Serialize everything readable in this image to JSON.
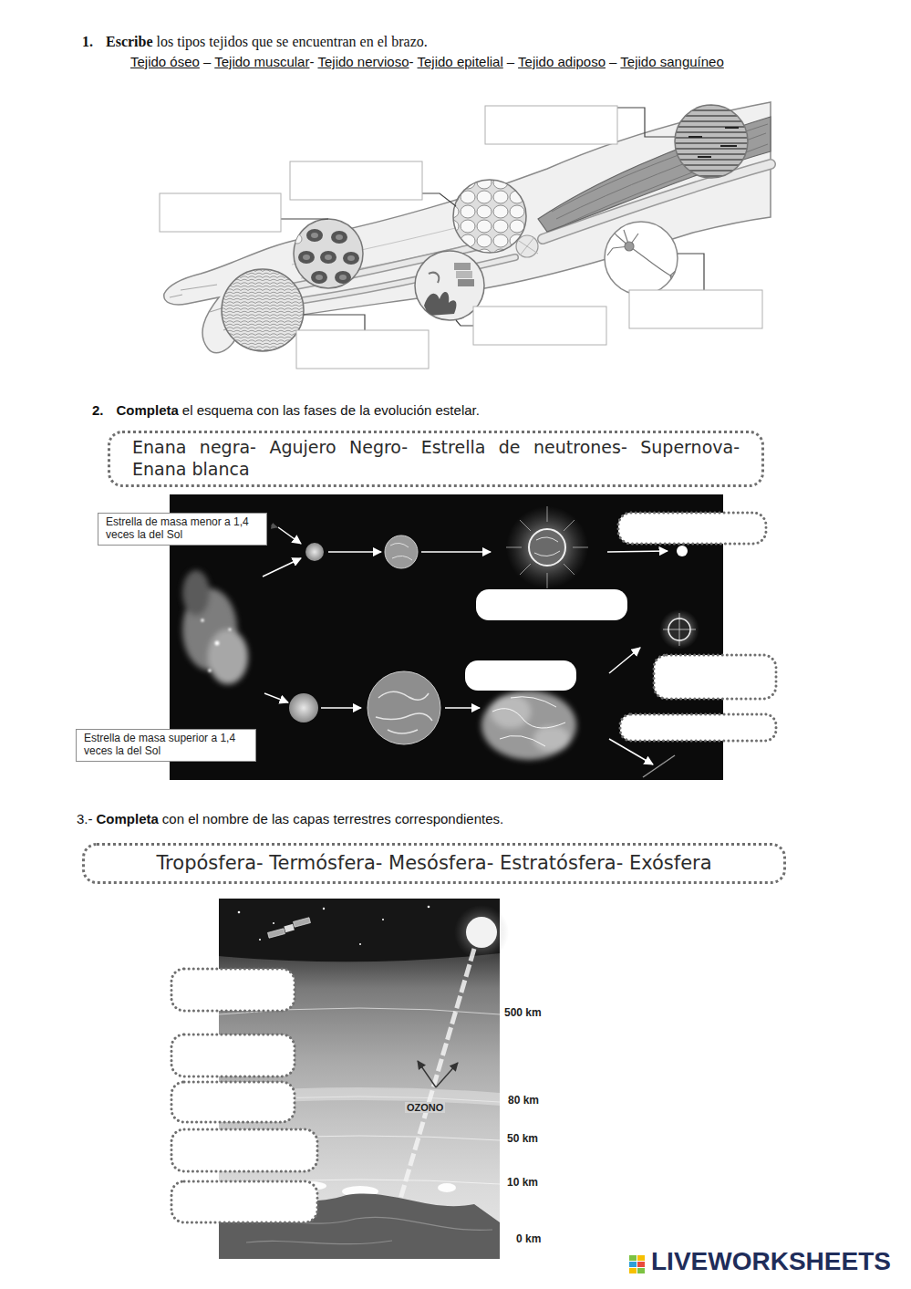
{
  "diagram": {
    "nodes": [
      {
        "text": [
          "Enana negra- Agujero Negro- Estrella de neutrones- Supernova- Enana blanca"
        ]
      },
      {
        "text": [
          "Estrella de masa menor a 1,4 veces la del Sol"
        ]
      },
      {
        "text": [
          "Estrella de masa superior a 1,4 veces la del Sol"
        ]
      },
      {
        "text": [
          "Tropósfera- Termósfera- Mesósfera- Estratósfera- Exósfera"
        ]
      }
    ],
    "labels": [
      "1.",
      "Escribe",
      "los tipos tejidos que se encuentran en el brazo.",
      "Tejido óseo",
      "–",
      "Tejido muscular",
      "-",
      "Tejido nervioso",
      "-",
      "Tejido epitelial",
      "–",
      "Tejido adiposo",
      "–",
      "Tejido sanguíneo",
      "2.",
      "Completa",
      "el esquema con las fases de la evolución estelar.",
      "3.-",
      "Completa",
      "con el nombre de las capas terrestres correspondientes.",
      "500 km",
      "OZONO",
      "80 km",
      "50 km",
      "10 km",
      "0 km",
      "LIVEWORKSHEETS"
    ]
  }
}
